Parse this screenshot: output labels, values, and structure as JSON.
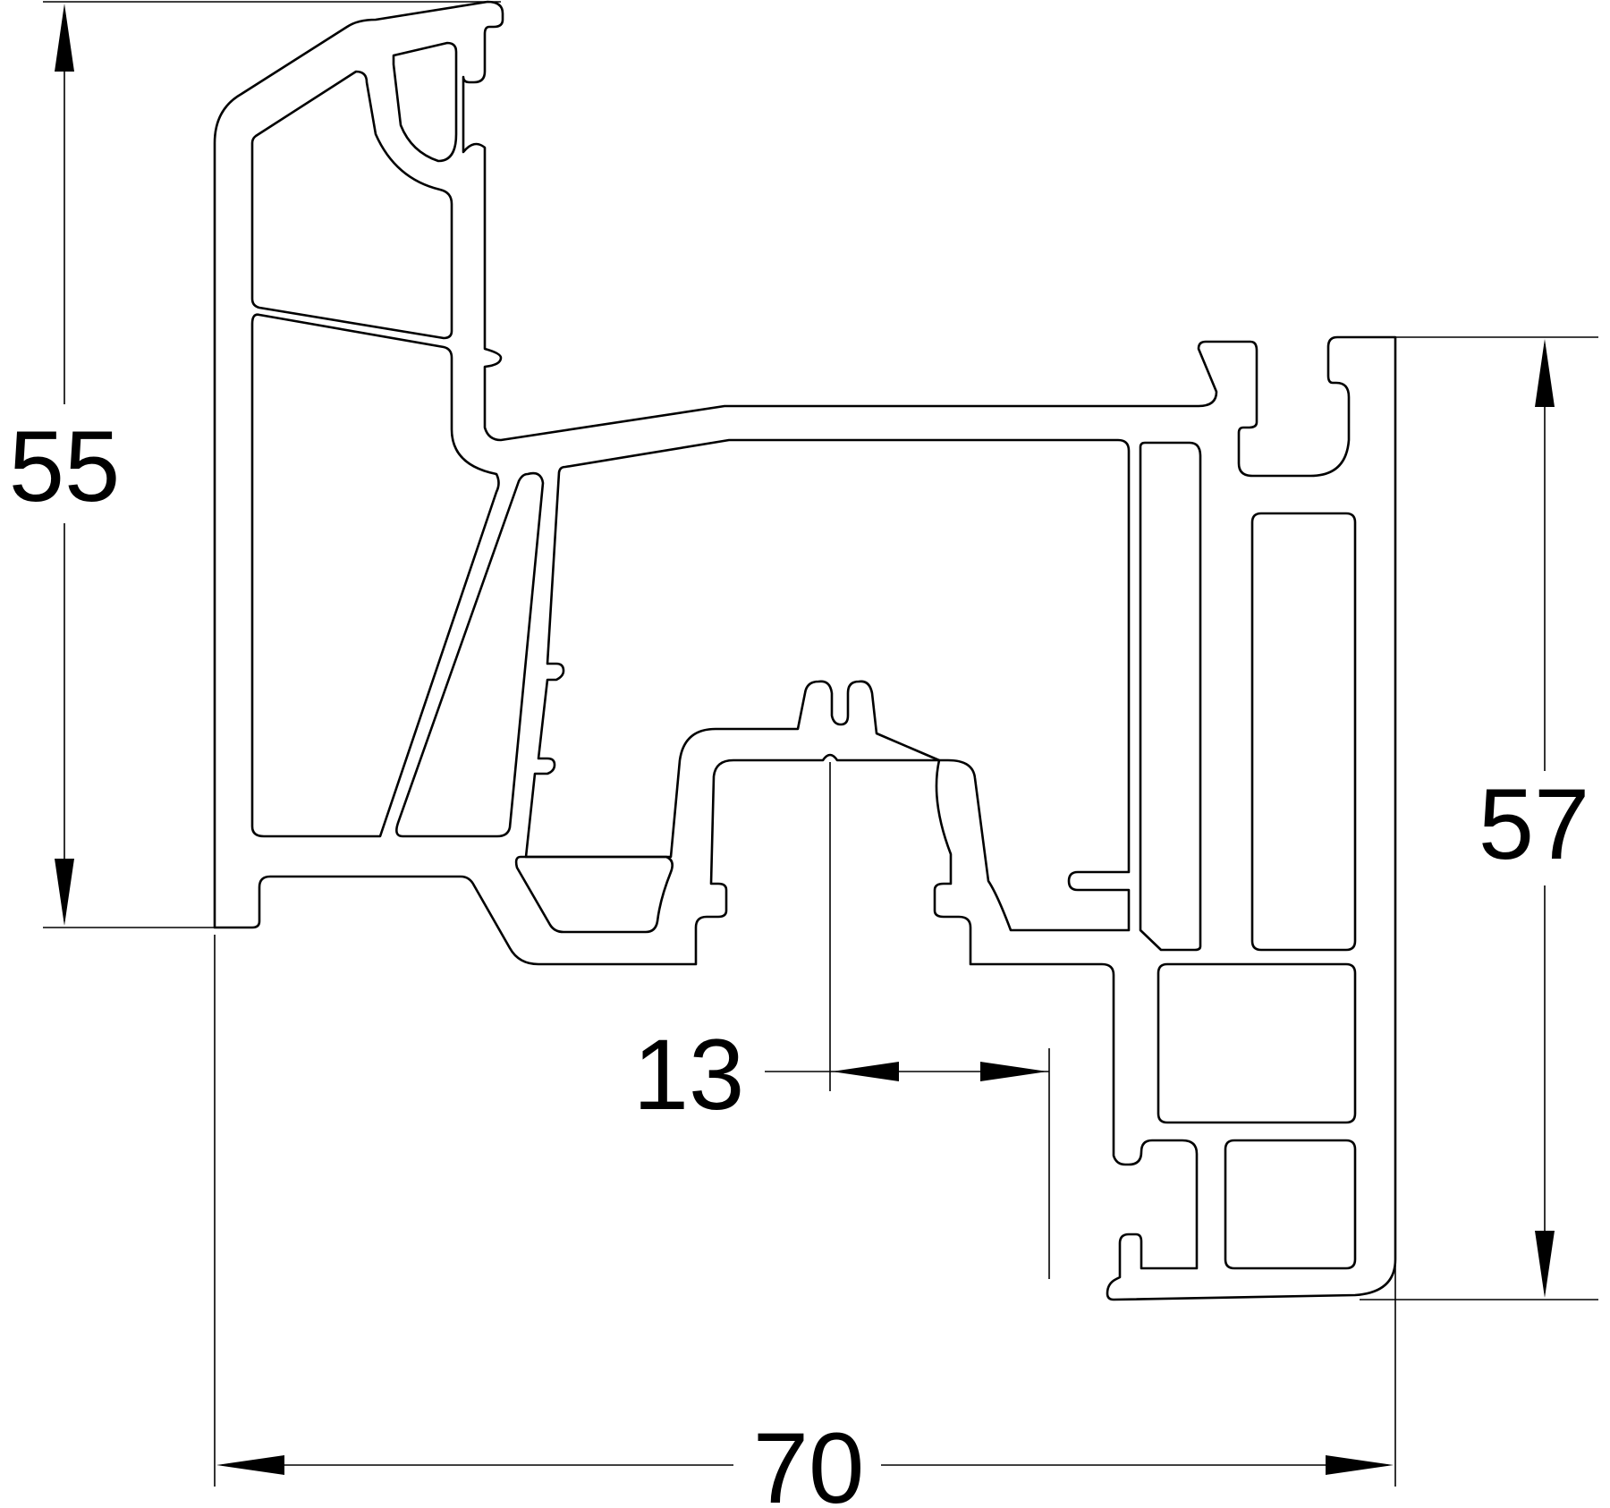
{
  "dimensions": {
    "left_height": "55",
    "right_height": "57",
    "overall_width": "70",
    "offset": "13"
  },
  "colors": {
    "line": "#000000",
    "background": "#ffffff"
  }
}
